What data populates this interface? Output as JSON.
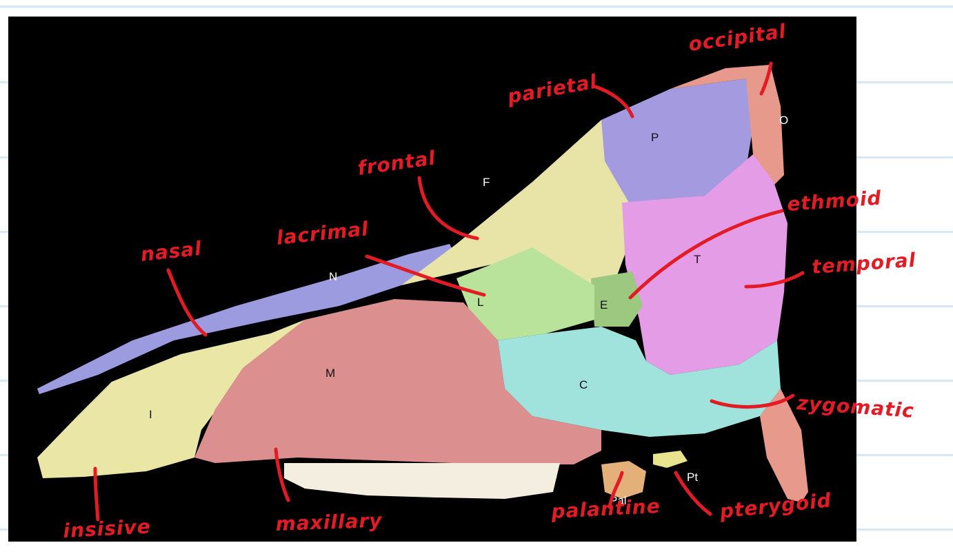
{
  "figure": {
    "bone_letters": {
      "I": "I",
      "M": "M",
      "N": "N",
      "F": "F",
      "L": "L",
      "E": "E",
      "P": "P",
      "O": "O",
      "T": "T",
      "C": "C",
      "Pal": "Pal",
      "Pt": "Pt"
    },
    "handwritten_labels": {
      "nasal": "nasal",
      "frontal": "frontal",
      "lacrimal": "lacrimal",
      "parietal": "parietal",
      "occipital": "occipital",
      "ethmoid": "ethmoid",
      "temporal": "temporal",
      "zygomatic": "zygomatic",
      "pterygoid": "pterygoid",
      "palantine": "palantine",
      "maxillary": "maxillary",
      "insisive": "insisive"
    },
    "colors": {
      "background": "#000000",
      "nasal": "#9c9be0",
      "incisive": "#e9e6a6",
      "maxilla": "#dc8f8f",
      "frontal": "#e8e4a8",
      "lacrimal": "#b9e29a",
      "ethmoid": "#9cc880",
      "parietal": "#a49ae0",
      "occipital": "#e79a8c",
      "temporal": "#e49ce6",
      "zygomatic": "#9fe3dc",
      "palatine": "#e3b07a",
      "pterygoid": "#e8e38e",
      "teeth": "#f3eedf",
      "annotation_red": "#e21b25",
      "ruled_line": "#d6e7f5"
    }
  }
}
